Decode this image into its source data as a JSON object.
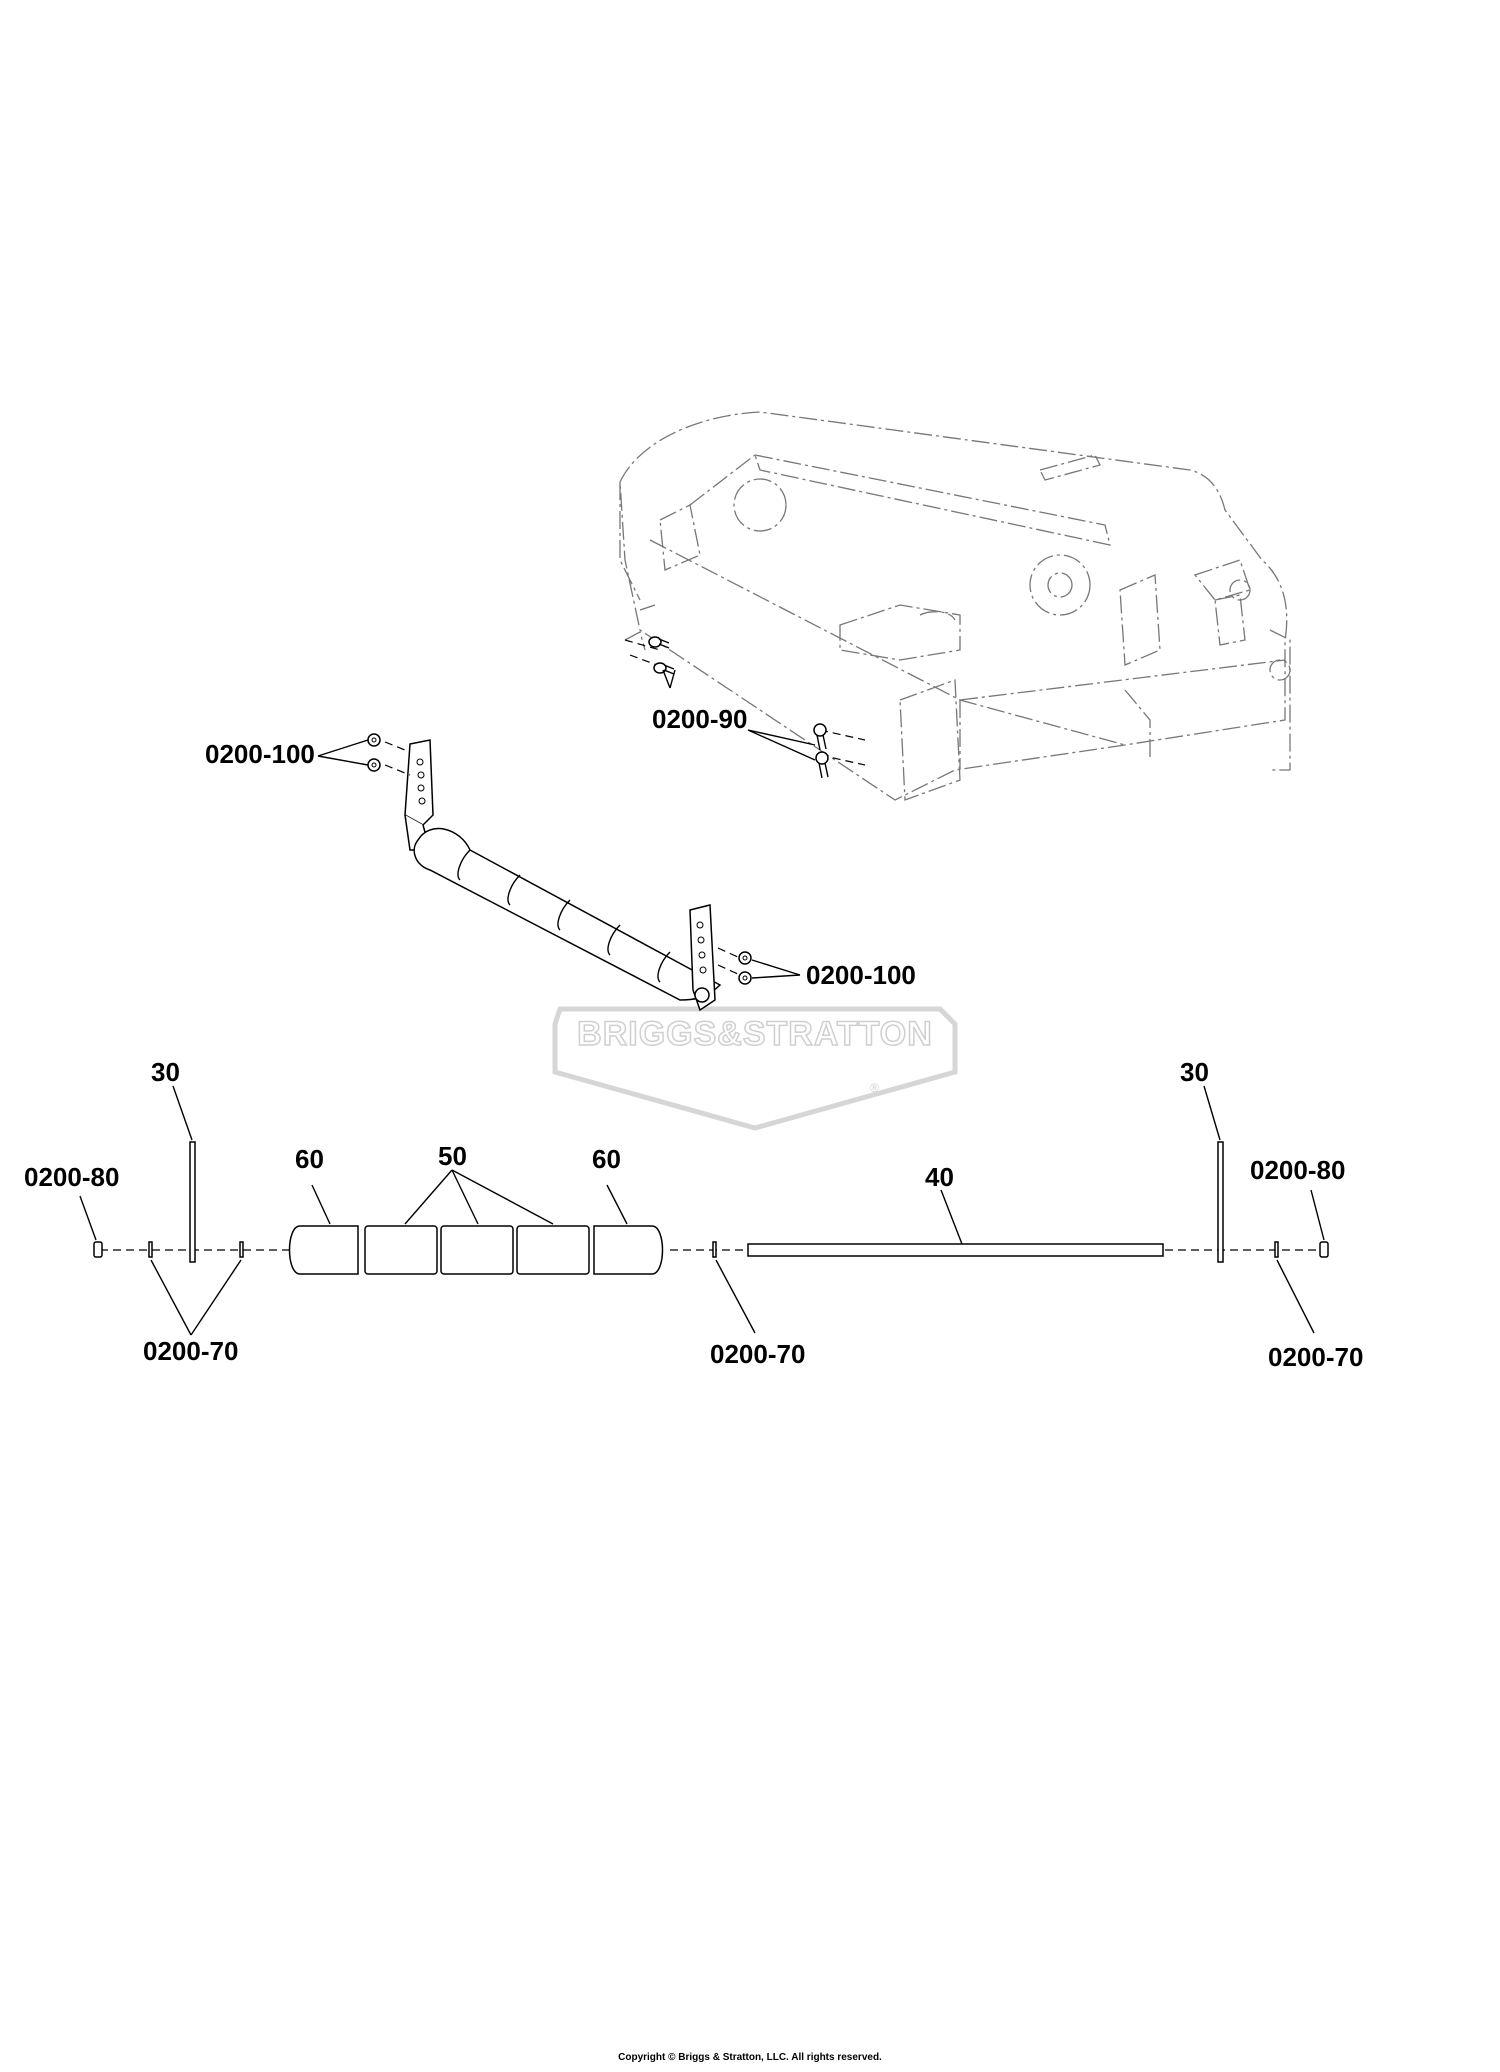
{
  "callouts": {
    "c1": "0200-100",
    "c2": "0200-90",
    "c3": "0200-100",
    "c4": "30",
    "c5": "30",
    "c6": "0200-80",
    "c7": "60",
    "c8": "50",
    "c9": "60",
    "c10": "40",
    "c11": "0200-80",
    "c12": "0200-70",
    "c13": "0200-70",
    "c14": "0200-70"
  },
  "watermark": {
    "text": "BRIGGS&STRATTON",
    "trademark": "®"
  },
  "footer": {
    "copyright": "Copyright © Briggs & Stratton, LLC. All rights reserved."
  },
  "colors": {
    "ink": "#000000",
    "phantom": "#777777",
    "watermark": "#cfcfcf"
  }
}
